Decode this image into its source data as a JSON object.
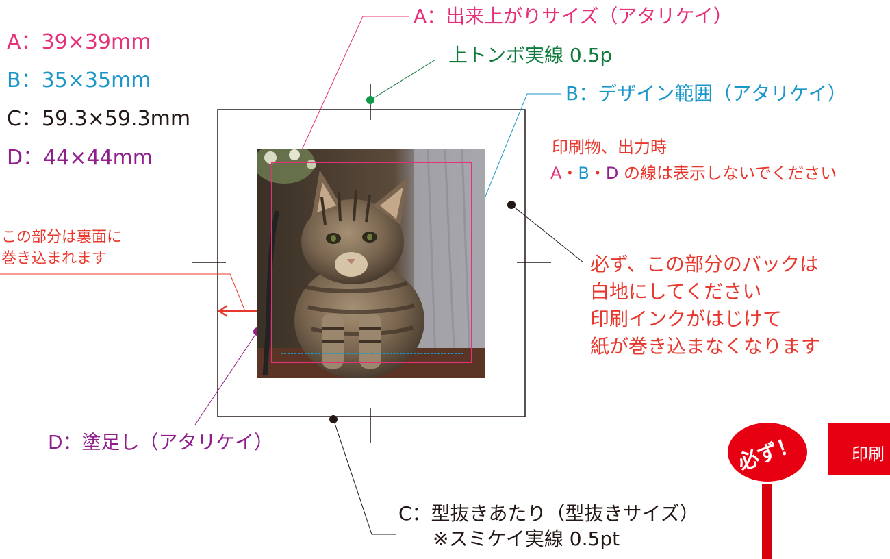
{
  "legend": {
    "a": "A：39×39mm",
    "b": "B：35×35mm",
    "c": "C：59.3×59.3mm",
    "d": "D：44×44mm"
  },
  "labels": {
    "a_finish": "A：出来上がりサイズ（アタリケイ）",
    "trim_mark": "上トンボ実線 0.5p",
    "b_design": "B：デザイン範囲（アタリケイ）",
    "print_note_1": "印刷物、出力時",
    "print_note_2_a": "A",
    "print_note_2_b": "B",
    "print_note_2_d": "D",
    "print_note_2_dot": "・",
    "print_note_2_rest": "の線は表示しないでください",
    "wrap_1": "この部分は裏面に",
    "wrap_2": "巻き込まれます",
    "back_1": "必ず、この部分のバックは",
    "back_2": "白地にしてください",
    "back_3": "印刷インクがはじけて",
    "back_4": "紙が巻き込まなくなります",
    "d_bleed": "D：塗足し（アタリケイ）",
    "c_die_1": "C：型抜きあたり（型抜きサイズ）",
    "c_die_2": "※スミケイ実線 0.5pt"
  },
  "badge": {
    "text": "必ず！",
    "banner_text": "印刷"
  },
  "colors": {
    "a": "#e6307a",
    "b": "#1a96c8",
    "c": "#231815",
    "d": "#8e1f8c",
    "trim": "#0f9a4a",
    "note": "#e8382e",
    "badge": "#e60012"
  },
  "photo": {
    "subject": "tabby-cat-photo"
  }
}
